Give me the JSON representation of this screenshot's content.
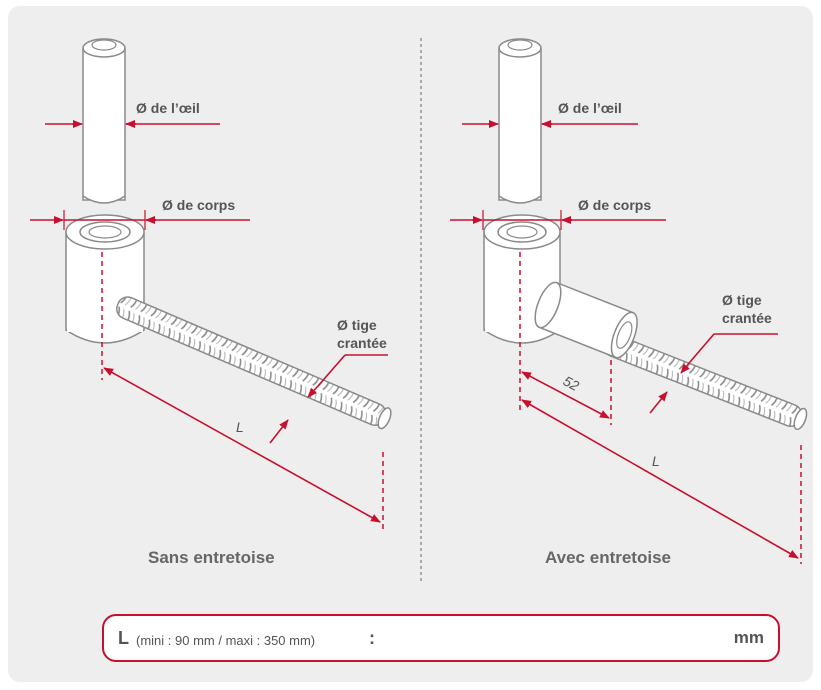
{
  "left": {
    "oeil_label": "Ø de l’œil",
    "corps_label": "Ø de corps",
    "tige_label_1": "Ø tige",
    "tige_label_2": "crantée",
    "length_label": "L",
    "caption": "Sans entretoise"
  },
  "right": {
    "oeil_label": "Ø de l’œil",
    "corps_label": "Ø de corps",
    "tige_label_1": "Ø tige",
    "tige_label_2": "crantée",
    "spacer_label": "52",
    "length_label": "L",
    "caption": "Avec entretoise"
  },
  "field": {
    "label": "L",
    "range": "(mini : 90 mm / maxi : 350 mm)",
    "colon": ":",
    "value": "",
    "unit": "mm"
  },
  "colors": {
    "accent": "#c8102e",
    "panel": "#eeeeee",
    "outline": "#8a8a8a",
    "text": "#555555"
  }
}
